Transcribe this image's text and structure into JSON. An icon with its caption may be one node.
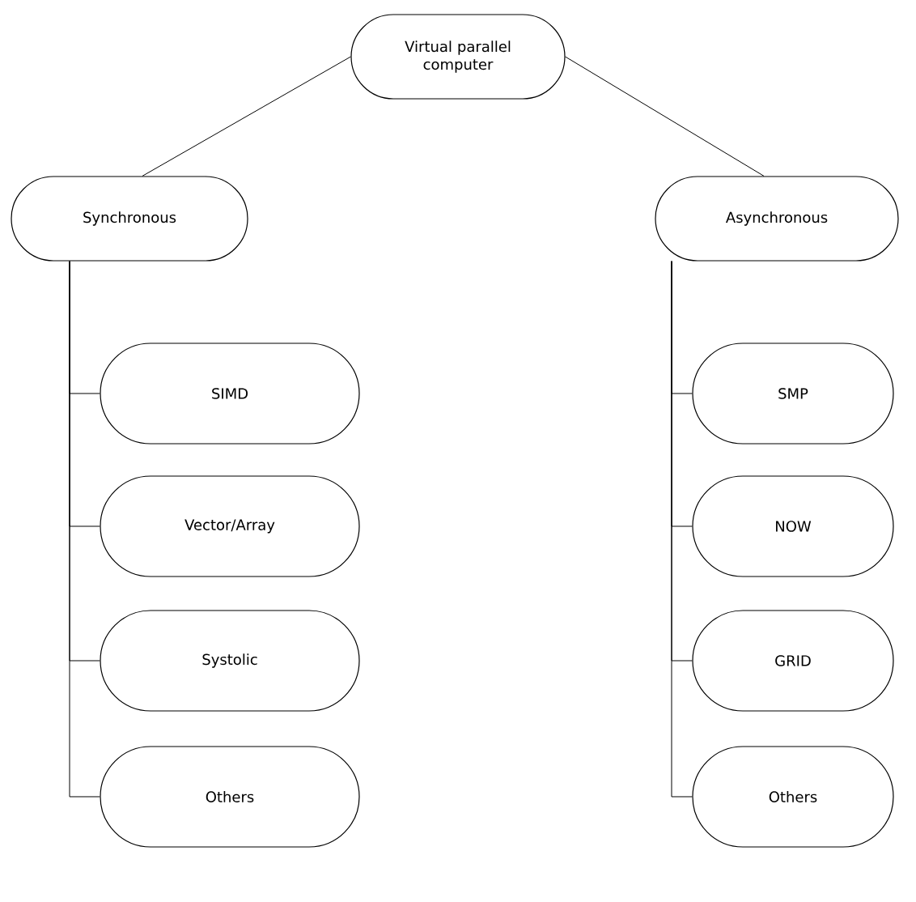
{
  "diagram": {
    "nodes": [
      {
        "text": [
          "Virtual parallel computer"
        ]
      },
      {
        "text": [
          "Synchronous"
        ]
      },
      {
        "text": [
          "Asynchronous"
        ]
      },
      {
        "text": [
          "SIMD"
        ]
      },
      {
        "text": [
          "Vector/Array"
        ]
      },
      {
        "text": [
          "Systolic"
        ]
      },
      {
        "text": [
          "Others"
        ]
      },
      {
        "text": [
          "SMP"
        ]
      },
      {
        "text": [
          "NOW"
        ]
      },
      {
        "text": [
          "GRID"
        ]
      },
      {
        "text": [
          "Others"
        ]
      }
    ],
    "edges": [
      {
        "from": 0,
        "to": 1,
        "arrow": "none"
      },
      {
        "from": 0,
        "to": 2,
        "arrow": "none"
      },
      {
        "from": 1,
        "to": 3,
        "arrow": "none"
      },
      {
        "from": 1,
        "to": 4,
        "arrow": "none"
      },
      {
        "from": 1,
        "to": 5,
        "arrow": "none"
      },
      {
        "from": 1,
        "to": 6,
        "arrow": "none"
      },
      {
        "from": 2,
        "to": 7,
        "arrow": "none"
      },
      {
        "from": 2,
        "to": 8,
        "arrow": "none"
      },
      {
        "from": 2,
        "to": 9,
        "arrow": "none"
      },
      {
        "from": 2,
        "to": 10,
        "arrow": "none"
      }
    ]
  }
}
